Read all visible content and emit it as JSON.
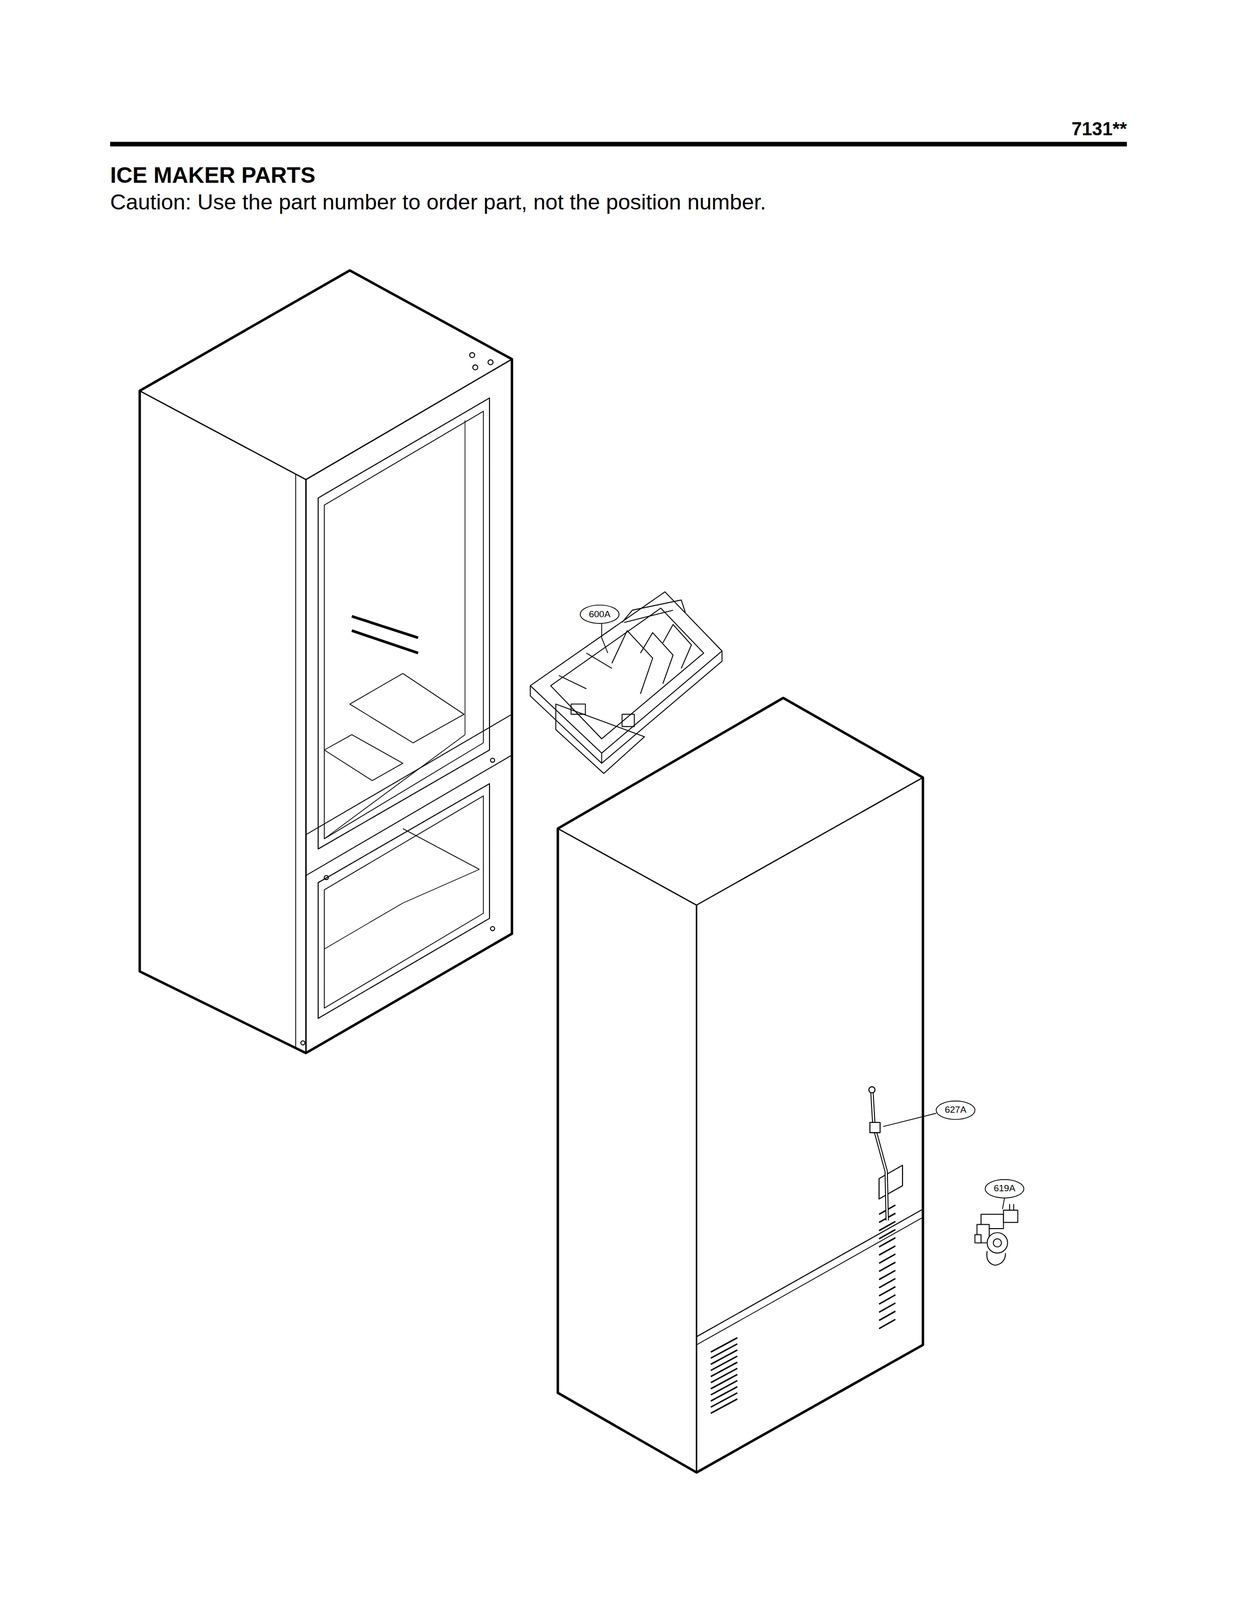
{
  "diagram": {
    "title": "ICE MAKER PARTS",
    "labels": [
      "7131**",
      "Caution: Use the part number to order part, not the position number.",
      "600A",
      "627A",
      "619A"
    ]
  }
}
